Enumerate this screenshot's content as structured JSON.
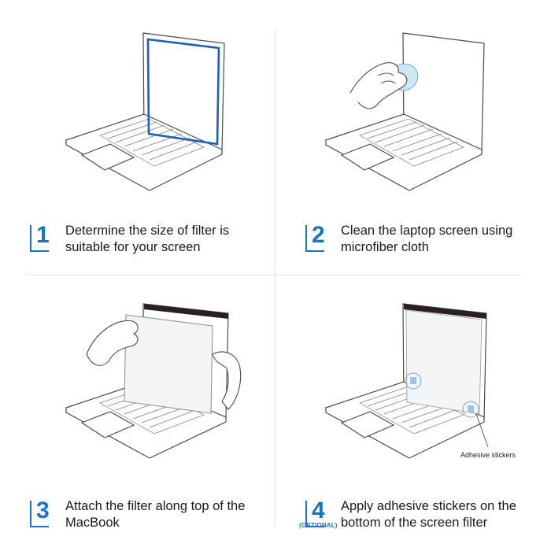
{
  "steps": [
    {
      "number": "1",
      "text": "Determine the size of filter is suitable for your screen"
    },
    {
      "number": "2",
      "text": "Clean the laptop screen using microfiber cloth"
    },
    {
      "number": "3",
      "text": "Attach the filter along top of the MacBook"
    },
    {
      "number": "4",
      "text": "Apply adhesive stickers on the bottom of the screen filter",
      "tag": "(OPTIONAL)"
    }
  ],
  "callout": "Adhesive stickers",
  "colors": {
    "accent": "#1a73c9",
    "outline": "#4a4a4a",
    "screen_highlight": "#1a5fbf",
    "filter_bar": "#2a2020"
  },
  "icons": [
    "laptop-illustration",
    "hand-with-cloth",
    "hands-holding-filter",
    "adhesive-sticker-icon"
  ]
}
